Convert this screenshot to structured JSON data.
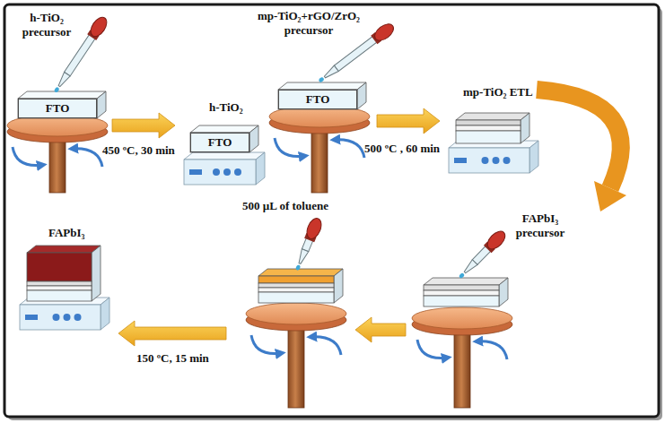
{
  "diagram": {
    "nodes": [
      {
        "text": [
          "FTO"
        ]
      },
      {
        "text": [
          "FTO"
        ]
      },
      {
        "text": [
          "FTO"
        ]
      }
    ],
    "labels": [
      "h-TiO₂ precursor",
      "450 ºC, 30 min",
      "h-TiO₂",
      "mp-TiO₂+rGO/ZrO₂ precursor",
      "500 ºC , 60 min",
      "mp-TiO₂ ETL",
      "FAPbI₃ precursor",
      "500 µL of toluene",
      "150 ºC, 15 min",
      "FAPbI₃"
    ]
  }
}
